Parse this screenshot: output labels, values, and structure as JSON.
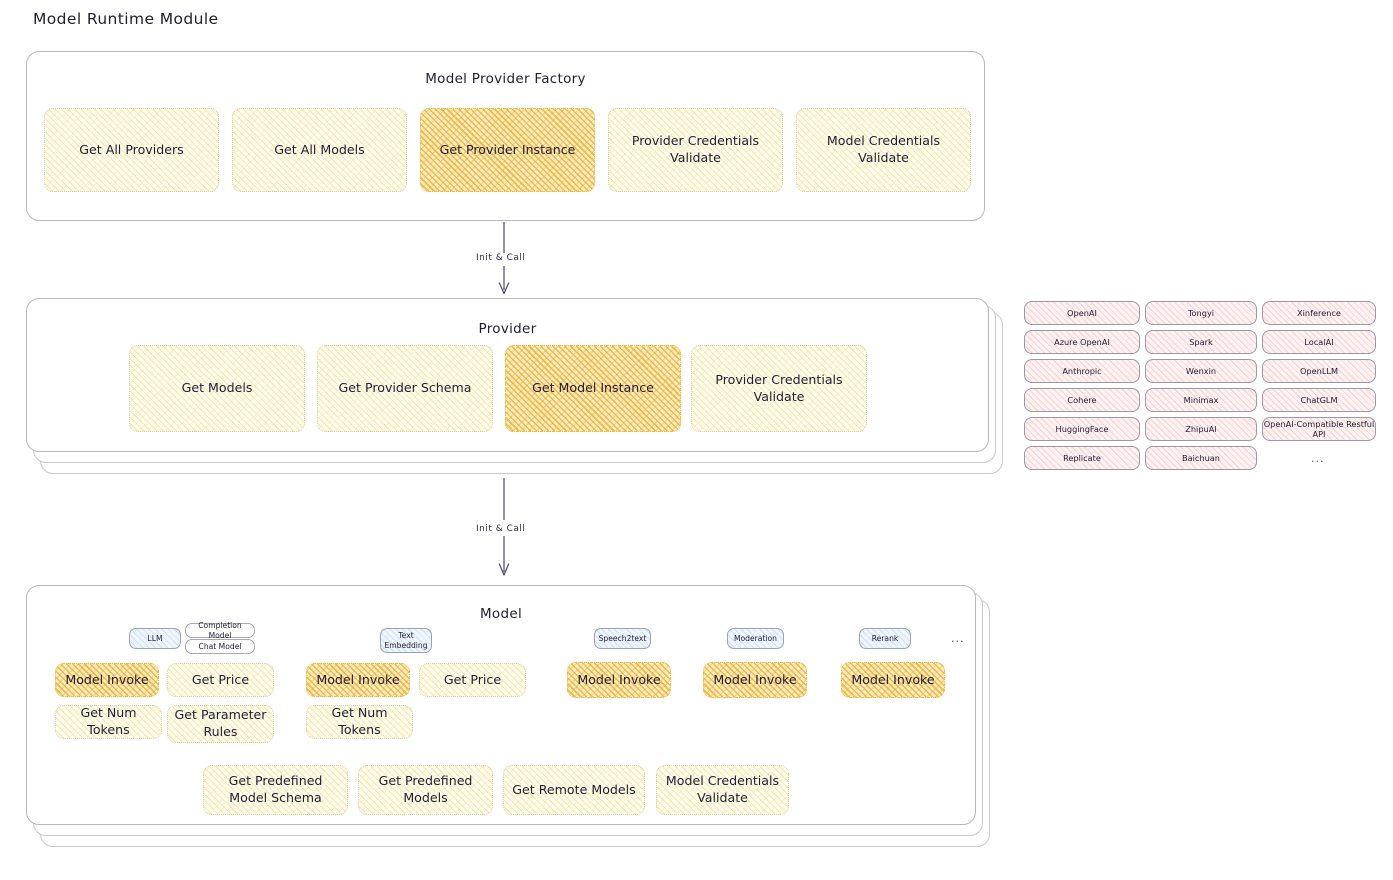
{
  "title": "Model Runtime Module",
  "sections": {
    "factory": {
      "title": "Model Provider Factory",
      "nodes": [
        {
          "label": "Get All Providers",
          "highlight": false
        },
        {
          "label": "Get All Models",
          "highlight": false
        },
        {
          "label": "Get Provider Instance",
          "highlight": true
        },
        {
          "label": "Provider Credentials Validate",
          "highlight": false
        },
        {
          "label": "Model Credentials Validate",
          "highlight": false
        }
      ]
    },
    "provider": {
      "title": "Provider",
      "nodes": [
        {
          "label": "Get Models",
          "highlight": false
        },
        {
          "label": "Get Provider Schema",
          "highlight": false
        },
        {
          "label": "Get Model Instance",
          "highlight": true
        },
        {
          "label": "Provider Credentials Validate",
          "highlight": false
        }
      ]
    },
    "model": {
      "title": "Model",
      "groups": [
        {
          "badge": "LLM",
          "sub_badges": [
            "Completion Model",
            "Chat Model"
          ],
          "nodes": [
            {
              "label": "Model Invoke",
              "highlight": true
            },
            {
              "label": "Get Price",
              "highlight": false
            },
            {
              "label": "Get Num Tokens",
              "highlight": false
            },
            {
              "label": "Get Parameter Rules",
              "highlight": false
            }
          ]
        },
        {
          "badge": "Text Embedding",
          "sub_badges": [],
          "nodes": [
            {
              "label": "Model Invoke",
              "highlight": true
            },
            {
              "label": "Get Price",
              "highlight": false
            },
            {
              "label": "Get Num Tokens",
              "highlight": false
            }
          ]
        },
        {
          "badge": "Speech2text",
          "sub_badges": [],
          "nodes": [
            {
              "label": "Model Invoke",
              "highlight": true
            }
          ]
        },
        {
          "badge": "Moderation",
          "sub_badges": [],
          "nodes": [
            {
              "label": "Model Invoke",
              "highlight": true
            }
          ]
        },
        {
          "badge": "Rerank",
          "sub_badges": [],
          "nodes": [
            {
              "label": "Model Invoke",
              "highlight": true
            }
          ]
        }
      ],
      "more_mark": "...",
      "common_nodes": [
        {
          "label": "Get Predefined Model Schema",
          "highlight": false
        },
        {
          "label": "Get Predefined Models",
          "highlight": false
        },
        {
          "label": "Get Remote Models",
          "highlight": false
        },
        {
          "label": "Model Credentials Validate",
          "highlight": false
        }
      ]
    }
  },
  "arrows": [
    {
      "label": "Init & Call"
    },
    {
      "label": "Init & Call"
    }
  ],
  "provider_list": {
    "columns": [
      [
        "OpenAI",
        "Azure OpenAI",
        "Anthropic",
        "Cohere",
        "HuggingFace",
        "Replicate"
      ],
      [
        "Tongyi",
        "Spark",
        "Wenxin",
        "Minimax",
        "ZhipuAI",
        "Baichuan"
      ],
      [
        "Xinference",
        "LocalAI",
        "OpenLLM",
        "ChatGLM",
        "OpenAI-Compatible Restful API"
      ]
    ],
    "more_mark": "..."
  },
  "colors": {
    "node_fill": "#fffdf2",
    "node_highlight": "#fdeec4",
    "pill_fill": "#fdf1f1",
    "badge_fill": "#eef5fc",
    "card_border": "#b9b9c2"
  }
}
